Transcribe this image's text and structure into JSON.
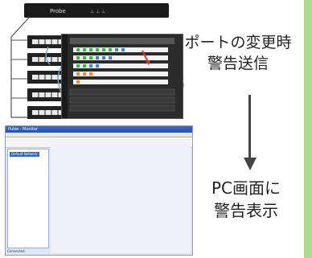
{
  "diagram": {
    "probe_label": "Probe",
    "caption_top": [
      "ポートの変更時",
      "警告送信"
    ],
    "caption_bottom": [
      "PC画面に",
      "警告表示"
    ]
  },
  "screen": {
    "title": "Pulse - Monitor",
    "left_pane_selected": "Default Network",
    "status": "Connected"
  },
  "colors": {
    "accent_green": "#a9dc8a",
    "arrow": "#444444",
    "panel_dark": "#2b2b2b",
    "alert_red": "#e0352a",
    "port_green": "#27c23a",
    "port_blue": "#3a86d8",
    "port_orange": "#f08a24"
  },
  "icons": [
    "down-arrow-icon"
  ]
}
